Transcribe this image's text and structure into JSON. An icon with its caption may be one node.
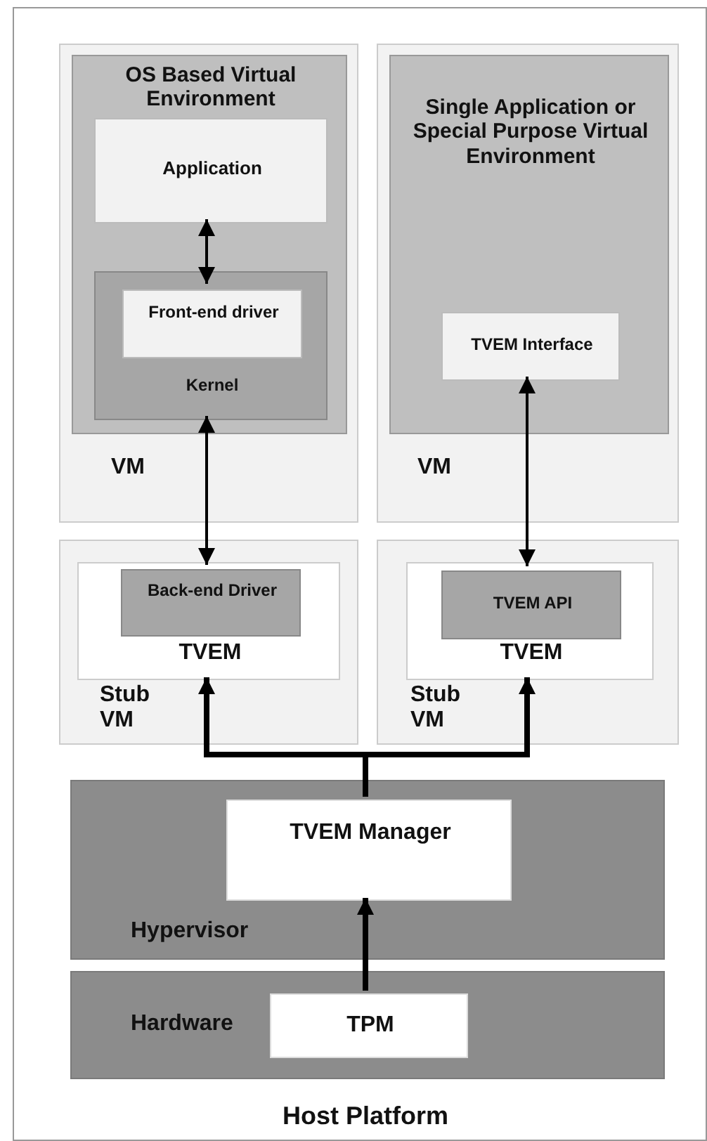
{
  "diagram": {
    "nodes": [
      {
        "text": [
          "Host Platform"
        ]
      },
      {
        "text": [
          "VM"
        ],
        "in": 0
      },
      {
        "text": [
          "OS Based Virtual Environment"
        ],
        "in": 1
      },
      {
        "text": [
          "Application"
        ],
        "in": 2
      },
      {
        "text": [
          "Kernel"
        ],
        "in": 2
      },
      {
        "text": [
          "Front-end driver"
        ],
        "in": 4
      },
      {
        "text": [
          "VM"
        ],
        "in": 0
      },
      {
        "text": [
          "Single Application or Special Purpose Virtual Environment"
        ],
        "in": 6
      },
      {
        "text": [
          "TVEM Interface"
        ],
        "in": 7
      },
      {
        "text": [
          "Stub VM"
        ],
        "in": 0
      },
      {
        "text": [
          "TVEM"
        ],
        "in": 9
      },
      {
        "text": [
          "Back-end Driver"
        ],
        "in": 10
      },
      {
        "text": [
          "Stub VM"
        ],
        "in": 0
      },
      {
        "text": [
          "TVEM"
        ],
        "in": 12
      },
      {
        "text": [
          "TVEM API"
        ],
        "in": 13
      },
      {
        "text": [
          "Hypervisor"
        ],
        "in": 0
      },
      {
        "text": [
          "TVEM Manager"
        ],
        "in": 15
      },
      {
        "text": [
          "Hardware"
        ],
        "in": 0
      },
      {
        "text": [
          "TPM"
        ],
        "in": 17
      }
    ],
    "edges": [
      {
        "from": 3,
        "to": 5,
        "arrow": "both"
      },
      {
        "from": 4,
        "to": 11,
        "arrow": "both"
      },
      {
        "from": 8,
        "to": 14,
        "arrow": "both"
      },
      {
        "from": 16,
        "to": 10,
        "arrow": "to",
        "style": "thick"
      },
      {
        "from": 16,
        "to": 13,
        "arrow": "to",
        "style": "thick"
      },
      {
        "from": 18,
        "to": 16,
        "arrow": "to",
        "style": "thick"
      }
    ]
  }
}
